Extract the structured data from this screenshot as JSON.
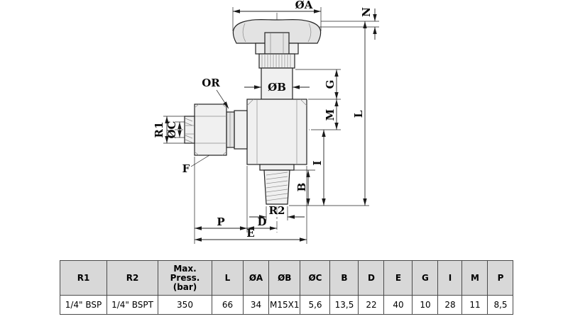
{
  "drawing": {
    "labels": {
      "oa": "ØA",
      "n": "N",
      "ob": "ØB",
      "or": "OR",
      "r1": "R1",
      "oc": "ØC",
      "f": "F",
      "r2": "R2",
      "g": "G",
      "m": "M",
      "l": "L",
      "i": "I",
      "b": "B",
      "p": "P",
      "d": "D",
      "e": "E"
    }
  },
  "table": {
    "headers": [
      "R1",
      "R2",
      "Max.\nPress.\n(bar)",
      "L",
      "ØA",
      "ØB",
      "ØC",
      "B",
      "D",
      "E",
      "G",
      "I",
      "M",
      "P"
    ],
    "values": [
      "1/4\" BSP",
      "1/4\" BSPT",
      "350",
      "66",
      "34",
      "M15X1",
      "5,6",
      "13,5",
      "22",
      "40",
      "10",
      "28",
      "11",
      "8,5"
    ]
  },
  "colors": {
    "line": "#222222",
    "part_fill": "#f0f0f0",
    "table_header_bg": "#d8d8d8",
    "table_border": "#4a4a4a"
  }
}
